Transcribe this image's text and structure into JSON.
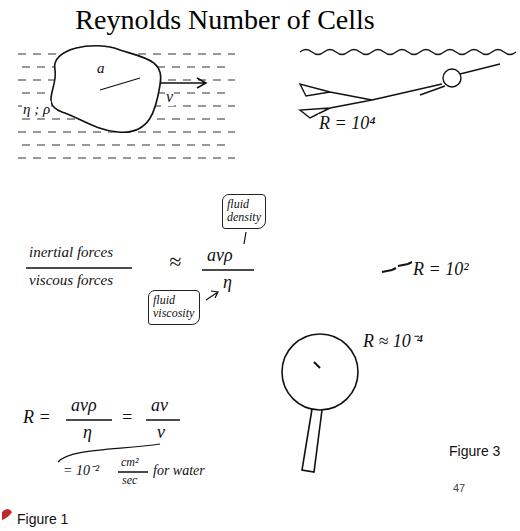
{
  "diagram": {
    "title": "Reynolds Number of Cells",
    "nodes": [
      {
        "text": [
          "fluid density"
        ]
      },
      {
        "text": [
          "fluid viscosity"
        ]
      }
    ],
    "labels": [
      "a",
      "v",
      "η ; ρ",
      "R = 10⁴",
      "inertial forces",
      "viscous forces",
      "≈",
      "avρ",
      "η",
      "R = 10²",
      "R ≈ 10⁻⁴",
      "R =",
      "avρ",
      "η",
      "=",
      "av",
      "ν",
      "= 10⁻²",
      "cm²",
      "sec",
      "for water",
      "Figure 1",
      "Figure 3",
      "47"
    ]
  }
}
